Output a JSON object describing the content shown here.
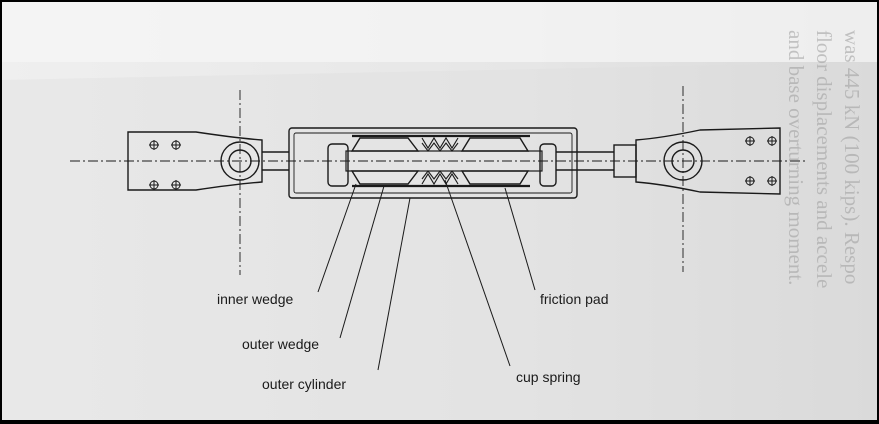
{
  "labels": {
    "inner_wedge": "inner wedge",
    "outer_wedge": "outer wedge",
    "outer_cylinder": "outer cylinder",
    "friction_pad": "friction pad",
    "cup_spring": "cup spring"
  },
  "reverse_page_text": [
    "was 445 kN (100 kips). Respo",
    "floor displacements and accele",
    "and base overturning moment."
  ],
  "colors": {
    "paper": "#e9e9e9",
    "ink": "#1a1a1a",
    "frame": "#000000"
  }
}
